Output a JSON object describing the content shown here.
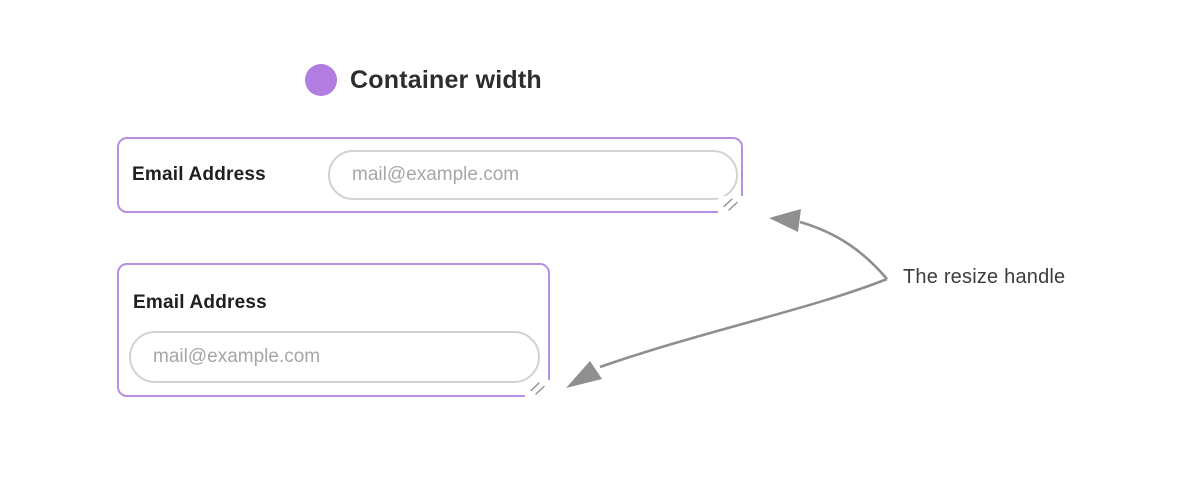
{
  "legend": {
    "dot_color": "#b17de0",
    "label": "Container width"
  },
  "containers": [
    {
      "name": "wide",
      "label": "Email Address",
      "placeholder": "mail@example.com"
    },
    {
      "name": "narrow",
      "label": "Email Address",
      "placeholder": "mail@example.com"
    }
  ],
  "annotation": {
    "text": "The resize handle"
  },
  "colors": {
    "container_border": "#b98fe4",
    "input_border": "#d2d2d2",
    "placeholder_text": "#a6a6a6",
    "label_text": "#1f1f1f",
    "arrow": "#8f8f8f",
    "grip": "#909090"
  }
}
